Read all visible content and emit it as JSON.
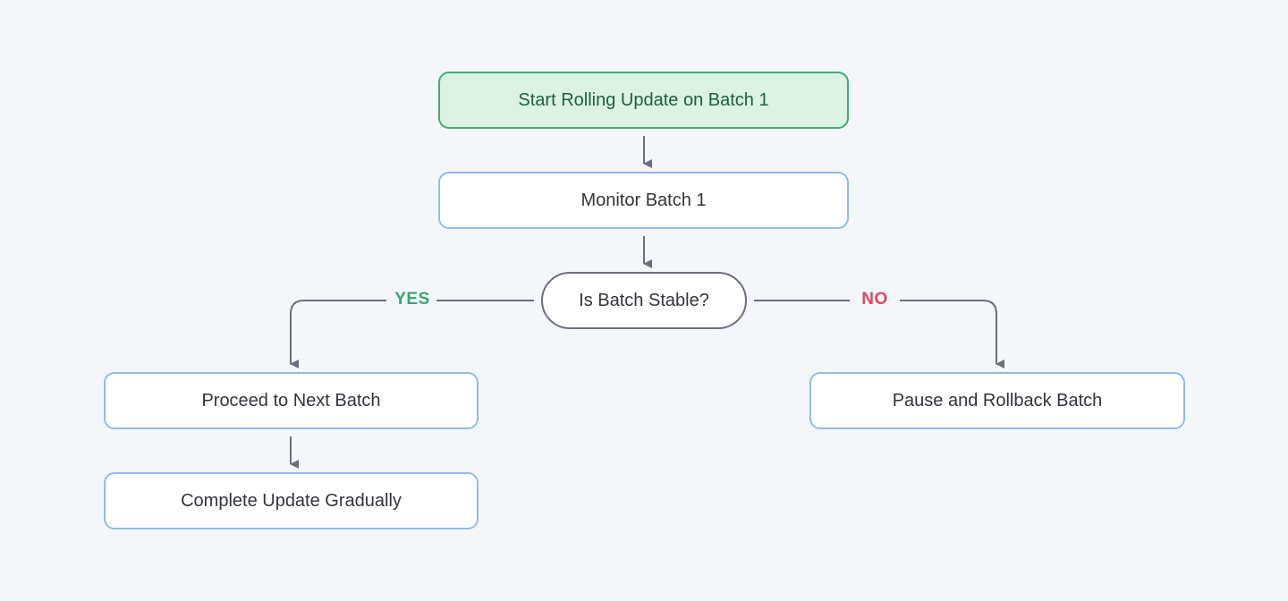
{
  "diagram": {
    "nodes": {
      "start": {
        "label": "Start Rolling Update on Batch 1"
      },
      "monitor": {
        "label": "Monitor Batch 1"
      },
      "decision": {
        "label": "Is Batch Stable?"
      },
      "proceed": {
        "label": "Proceed to Next Batch"
      },
      "complete": {
        "label": "Complete Update Gradually"
      },
      "rollback": {
        "label": "Pause and Rollback Batch"
      }
    },
    "edges": [
      {
        "from": "start",
        "to": "monitor",
        "label": ""
      },
      {
        "from": "monitor",
        "to": "decision",
        "label": ""
      },
      {
        "from": "decision",
        "to": "proceed",
        "label": "YES"
      },
      {
        "from": "decision",
        "to": "rollback",
        "label": "NO"
      },
      {
        "from": "proceed",
        "to": "complete",
        "label": ""
      }
    ],
    "branch_labels": {
      "yes": "YES",
      "no": "NO"
    },
    "colors": {
      "background": "#f4f6fa",
      "node_border": "#8fbcec",
      "start_fill": "#dcf2e4",
      "start_border": "#3fae73",
      "start_text": "#1f5e3e",
      "decision_border": "#6c6f7d",
      "connector": "#6c6f7d",
      "yes": "#3aa575",
      "no": "#e3475e"
    }
  }
}
